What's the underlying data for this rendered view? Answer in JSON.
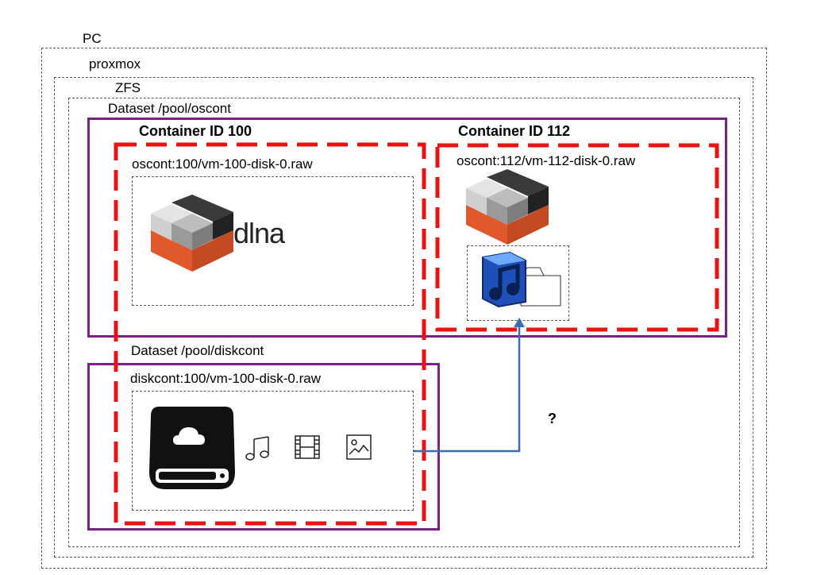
{
  "labels": {
    "pc": "PC",
    "proxmox": "proxmox",
    "zfs": "ZFS",
    "dataset_oscont": "Dataset /pool/oscont",
    "container_100": "Container ID 100",
    "container_112": "Container ID 112",
    "disk_100": "oscont:100/vm-100-disk-0.raw",
    "disk_112": "oscont:112/vm-112-disk-0.raw",
    "dataset_diskcont": "Dataset /pool/diskcont",
    "diskcont_100": "diskcont:100/vm-100-disk-0.raw",
    "question": "?",
    "dlna_logo_text": "dlna"
  },
  "icons": {
    "container": "lxc-container-icon",
    "music_app": "music-note-app-icon",
    "folder": "folder-icon",
    "drive": "cloud-drive-icon",
    "music": "music-notes-icon",
    "film": "film-strip-icon",
    "image": "image-icon"
  },
  "colors": {
    "purple": "#7a1f86",
    "red": "#ee1111",
    "arrow": "#3a6db5",
    "gray_dash": "#555555",
    "container_top": "#2b2b2b",
    "container_light": "#cfcfcf",
    "container_orange": "#e0582b"
  }
}
